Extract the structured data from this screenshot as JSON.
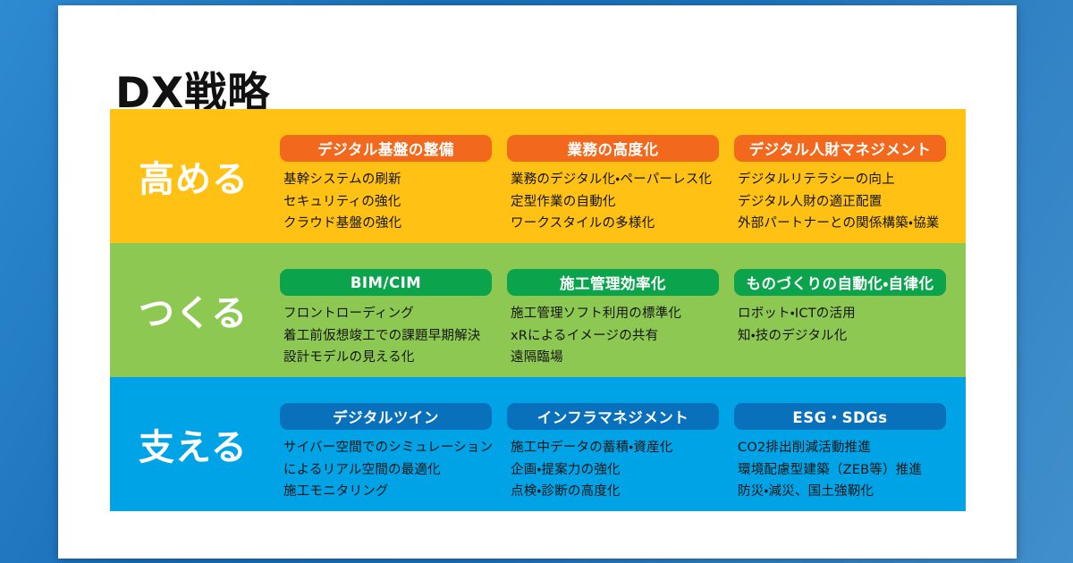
{
  "page": {
    "title": "DX戦略"
  },
  "colors": {
    "outer_background": "#1D73BD",
    "card_background": "#FFFFFF",
    "title_text": "#111111",
    "row_label_text": "#FFFFFF",
    "badge_text": "#FFFFFF",
    "item_text": "#151515"
  },
  "rows": [
    {
      "label": "高める",
      "bg": "#FFC114",
      "badge_bg": "#F2691D",
      "groups": [
        {
          "badge": "デジタル基盤の整備",
          "items": [
            "基幹システムの刷新",
            "セキュリティの強化",
            "クラウド基盤の強化"
          ]
        },
        {
          "badge": "業務の高度化",
          "items": [
            "業務のデジタル化・ペーパーレス化",
            "定型作業の自動化",
            "ワークスタイルの多様化"
          ]
        },
        {
          "badge": "デジタル人財マネジメント",
          "items": [
            "デジタルリテラシーの向上",
            "デジタル人財の適正配置",
            "外部パートナーとの関係構築・協業"
          ]
        }
      ]
    },
    {
      "label": "つくる",
      "bg": "#8DC853",
      "badge_bg": "#0BA34C",
      "groups": [
        {
          "badge": "BIM/CIM",
          "items": [
            "フロントローディング",
            "着工前仮想竣工での課題早期解決",
            "設計モデルの見える化"
          ]
        },
        {
          "badge": "施工管理効率化",
          "items": [
            "施工管理ソフト利用の標準化",
            "xRによるイメージの共有",
            "遠隔臨場"
          ]
        },
        {
          "badge": "ものづくりの自動化・自律化",
          "items": [
            "ロボット・ICTの活用",
            "知・技のデジタル化"
          ]
        }
      ]
    },
    {
      "label": "支える",
      "bg": "#00A4E6",
      "badge_bg": "#0971BB",
      "groups": [
        {
          "badge": "デジタルツイン",
          "items": [
            "サイバー空間でのシミュレーション",
            "によるリアル空間の最適化",
            "施工モニタリング"
          ]
        },
        {
          "badge": "インフラマネジメント",
          "items": [
            "施工中データの蓄積・資産化",
            "企画・提案力の強化",
            "点検・診断の高度化"
          ]
        },
        {
          "badge": "ESG・SDGs",
          "items": [
            "CO2排出削減活動推進",
            "環境配慮型建築（ZEB等）推進",
            "防災・減災、国土強靭化"
          ]
        }
      ]
    }
  ]
}
